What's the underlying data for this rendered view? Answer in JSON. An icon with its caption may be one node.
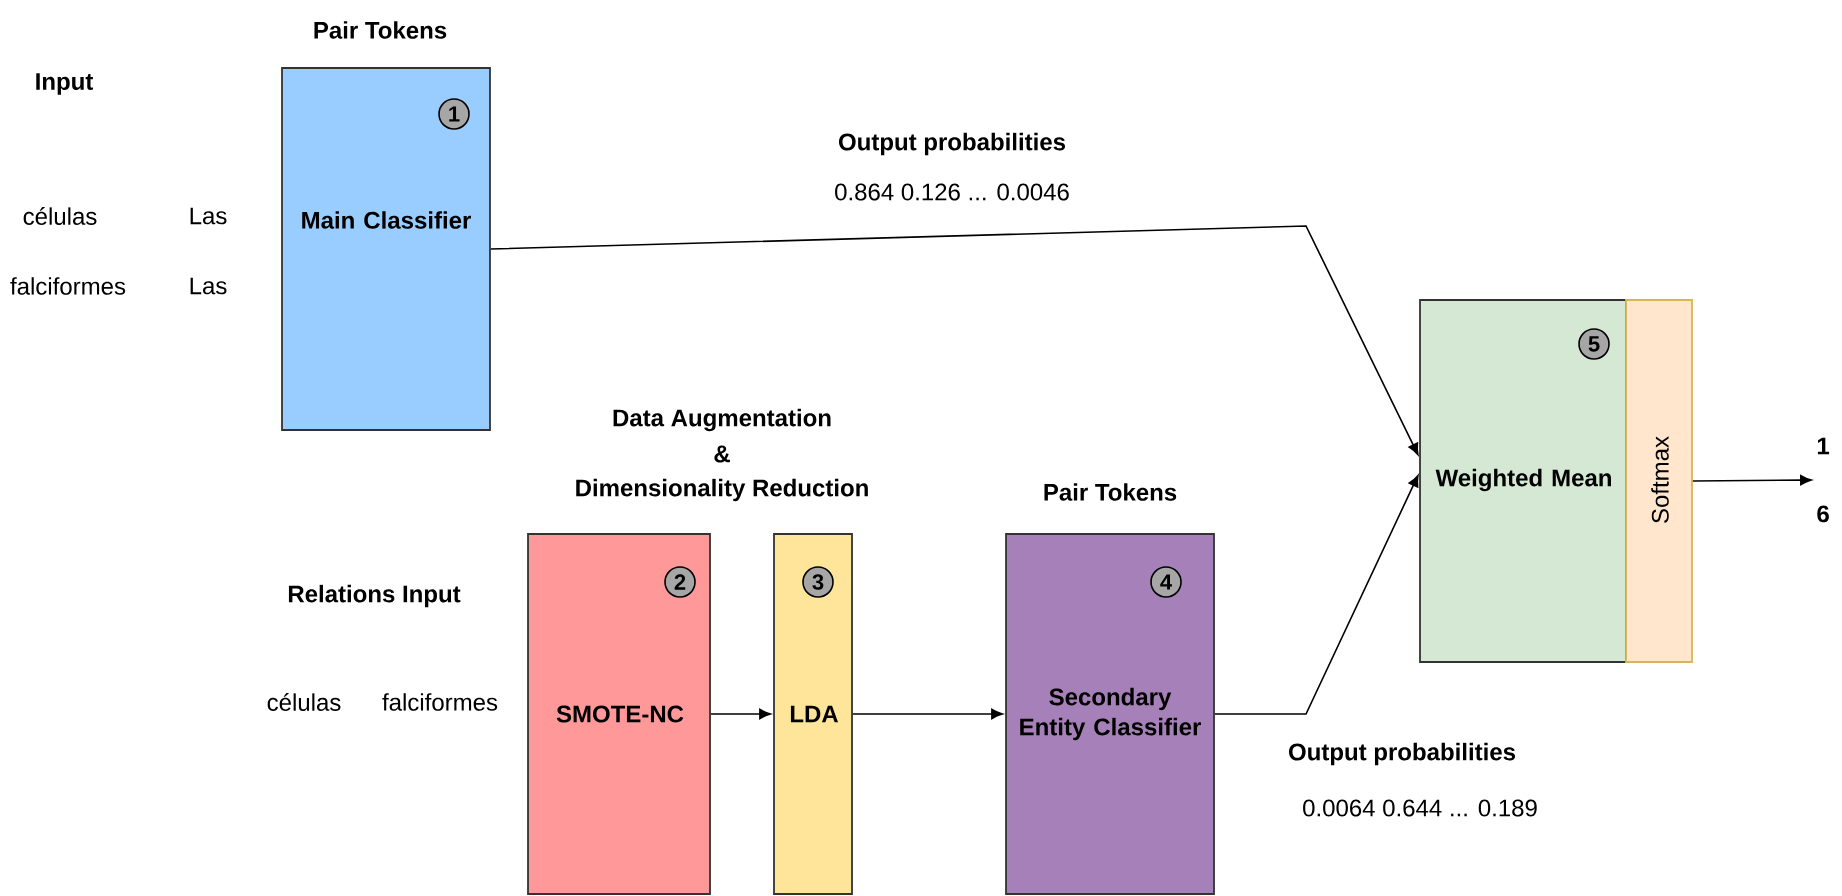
{
  "diagram": {
    "nodes": [
      {
        "text": [
          "Pair Tokens",
          "1",
          "Main Classifier"
        ]
      },
      {
        "text": [
          "2",
          "SMOTE-NC"
        ]
      },
      {
        "text": [
          "3",
          "LDA"
        ]
      },
      {
        "text": [
          "Pair Tokens",
          "4",
          "Secondary Entity Classifier"
        ]
      },
      {
        "text": [
          "5",
          "Weighted Mean"
        ]
      },
      {
        "text": [
          "Softmax"
        ]
      },
      {
        "text": [
          "1",
          "6"
        ]
      }
    ],
    "edges": [
      {
        "from": 0,
        "to": 4,
        "arrow": "to"
      },
      {
        "from": 1,
        "to": 2,
        "arrow": "to"
      },
      {
        "from": 2,
        "to": 3,
        "arrow": "to"
      },
      {
        "from": 3,
        "to": 4,
        "arrow": "to"
      },
      {
        "from": 5,
        "to": 6,
        "arrow": "to"
      }
    ],
    "labels": [
      "Input",
      "células",
      "Las",
      "falciformes",
      "Las",
      "Output probabilities",
      "0.864 0.126 ... 0.0046",
      "Data Augmentation",
      "&",
      "Dimensionality Reduction",
      "Relations Input",
      "células",
      "falciformes",
      "Output probabilities",
      "0.0064 0.644 ... 0.189"
    ]
  }
}
